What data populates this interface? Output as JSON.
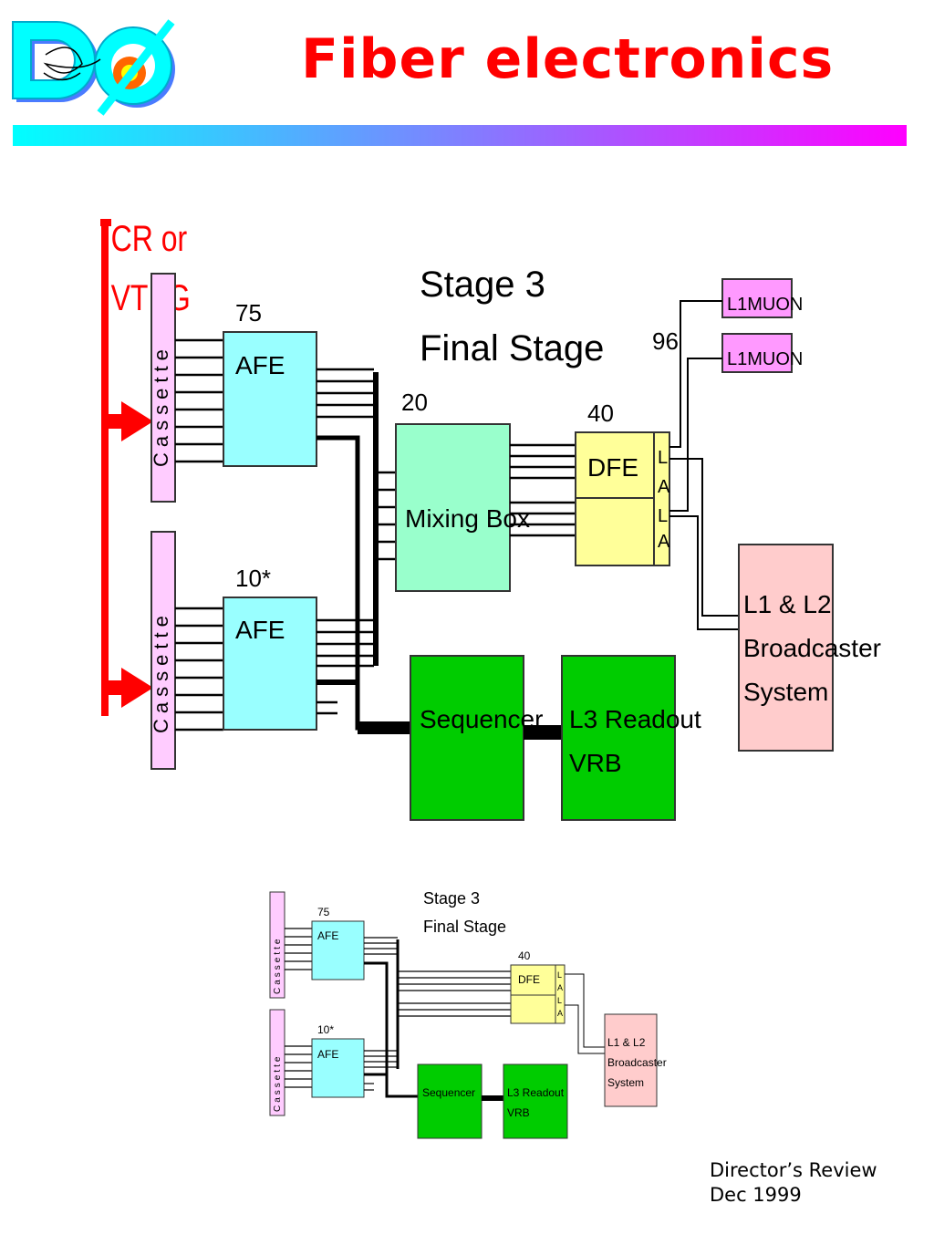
{
  "header": {
    "title": "Fiber electronics",
    "logo_text": "DØ"
  },
  "colors": {
    "title": "#ff0000",
    "afe": "#99ffff",
    "mixing_box": "#99ffcc",
    "dfe": "#ffff99",
    "l1muon": "#ff99ff",
    "broadcaster": "#ffcccc",
    "sequencer": "#00cc00",
    "cassette": "#ffccff",
    "arrow": "#ff0000"
  },
  "large_diagram": {
    "cr_vtbg": [
      "CR or",
      "VTBG"
    ],
    "stage_title": [
      "Stage 3",
      "Final Stage"
    ],
    "afe_top": {
      "count": "75",
      "label": "AFE"
    },
    "afe_bottom": {
      "count": "10*",
      "label": "AFE"
    },
    "cassette_label": "Cassette",
    "mixing_box": {
      "count": "20",
      "label": "Mixing Box"
    },
    "dfe": {
      "count": "40",
      "label": "DFE",
      "lala": [
        "L",
        "A",
        "L",
        "A"
      ]
    },
    "l1muon_count": "96",
    "l1muon": [
      "L1MUON",
      "L1MUON"
    ],
    "broadcaster": [
      "L1 & L2",
      "Broadcaster",
      "System"
    ],
    "sequencer": "Sequencer",
    "l3readout": [
      "L3 Readout",
      "VRB"
    ]
  },
  "small_diagram": {
    "stage_title": [
      "Stage 3",
      "Final Stage"
    ],
    "afe_top": {
      "count": "75",
      "label": "AFE"
    },
    "afe_bottom": {
      "count": "10*",
      "label": "AFE"
    },
    "cassette_label": "Cassette",
    "dfe": {
      "count": "40",
      "label": "DFE",
      "lala": [
        "L",
        "A",
        "L",
        "A"
      ]
    },
    "broadcaster": [
      "L1 & L2",
      "Broadcaster",
      "System"
    ],
    "sequencer": "Sequencer",
    "l3readout": [
      "L3 Readout",
      "VRB"
    ]
  },
  "footer": {
    "line1": "Director’s Review",
    "line2": "Dec 1999"
  }
}
